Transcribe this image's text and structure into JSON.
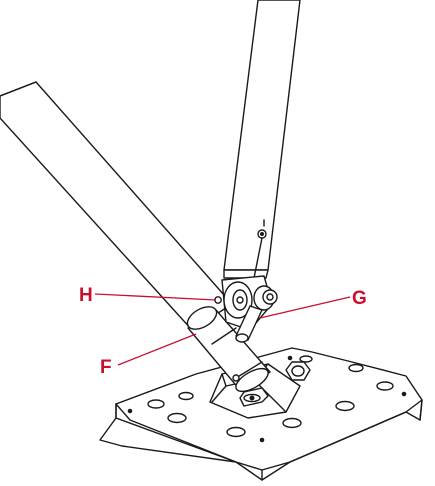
{
  "diagram": {
    "callouts": [
      {
        "id": "H",
        "label": "H"
      },
      {
        "id": "G",
        "label": "G"
      },
      {
        "id": "F",
        "label": "F"
      }
    ],
    "colors": {
      "callout": "#c8102e",
      "line": "#1a1a1a",
      "fill": "#ffffff"
    }
  }
}
